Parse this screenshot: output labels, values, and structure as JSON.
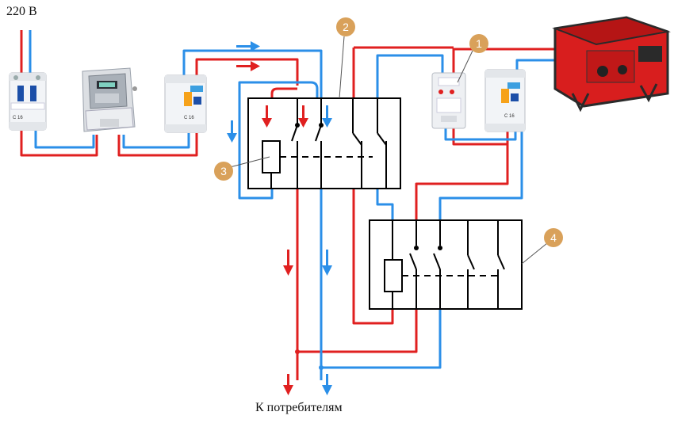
{
  "supply": {
    "label": "220 В"
  },
  "consumers": {
    "label": "К потребителям"
  },
  "callouts": [
    {
      "id": 1,
      "text": "1"
    },
    {
      "id": 2,
      "text": "2"
    },
    {
      "id": 3,
      "text": "3"
    },
    {
      "id": 4,
      "text": "4"
    }
  ],
  "devices": {
    "breaker_left": {
      "rating": "C 16"
    },
    "rcbo_mid": {
      "rating": "C 16"
    },
    "rcbo_right": {
      "rating": "C 16"
    }
  },
  "colors": {
    "phase": "#e02020",
    "neutral": "#2b8fe8",
    "callout": "#d9a15a",
    "schematic": "#000000",
    "generator": "#d81e1e"
  },
  "icons": [
    "breaker-icon",
    "electricity-meter-icon",
    "rcbo-icon",
    "voltage-relay-icon",
    "generator-icon",
    "flow-arrow-icon"
  ]
}
